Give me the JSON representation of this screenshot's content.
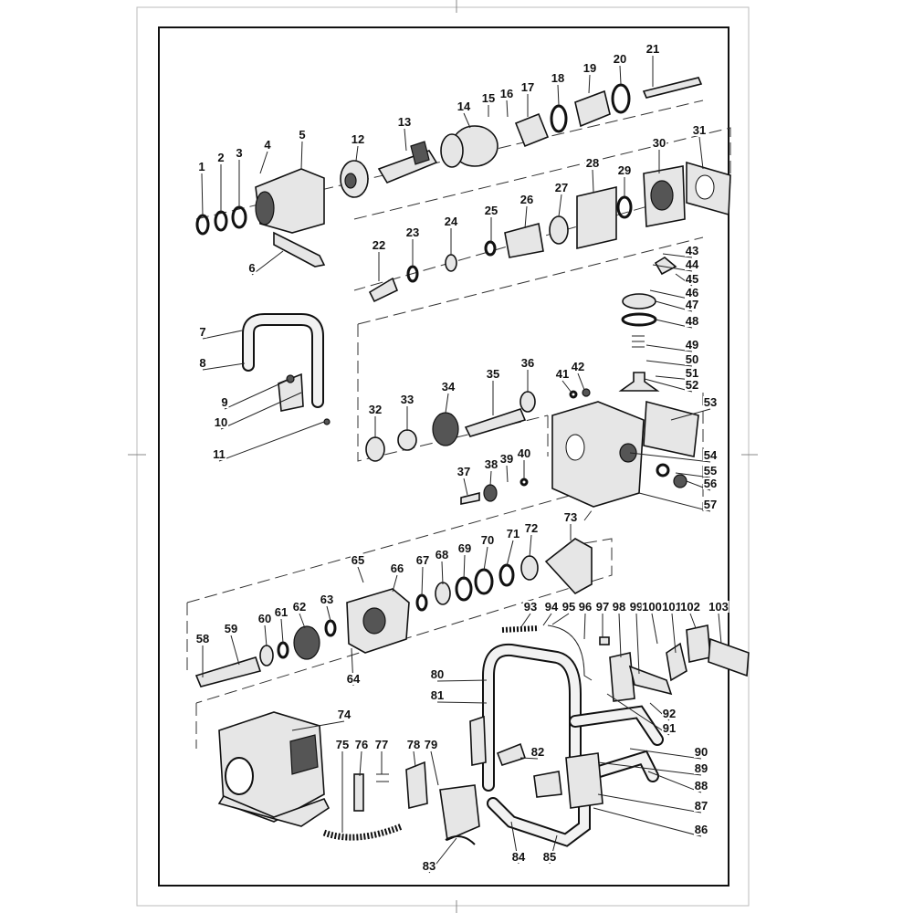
{
  "diagram": {
    "type": "exploded-parts-diagram",
    "part_numbers": [
      "1",
      "2",
      "3",
      "4",
      "5",
      "6",
      "7",
      "8",
      "9",
      "10",
      "11",
      "12",
      "13",
      "14",
      "15",
      "16",
      "17",
      "18",
      "19",
      "20",
      "21",
      "22",
      "23",
      "24",
      "25",
      "26",
      "27",
      "28",
      "29",
      "30",
      "31",
      "32",
      "33",
      "34",
      "35",
      "36",
      "37",
      "38",
      "39",
      "40",
      "41",
      "42",
      "43",
      "44",
      "45",
      "46",
      "47",
      "48",
      "49",
      "50",
      "51",
      "52",
      "53",
      "54",
      "55",
      "56",
      "57",
      "58",
      "59",
      "60",
      "61",
      "62",
      "63",
      "64",
      "65",
      "66",
      "67",
      "68",
      "69",
      "70",
      "71",
      "72",
      "73",
      "74",
      "75",
      "76",
      "77",
      "78",
      "79",
      "80",
      "81",
      "82",
      "83",
      "84",
      "85",
      "86",
      "87",
      "88",
      "89",
      "90",
      "91",
      "92",
      "93",
      "94",
      "95",
      "96",
      "97",
      "98",
      "99",
      "100",
      "101",
      "102",
      "103"
    ]
  }
}
